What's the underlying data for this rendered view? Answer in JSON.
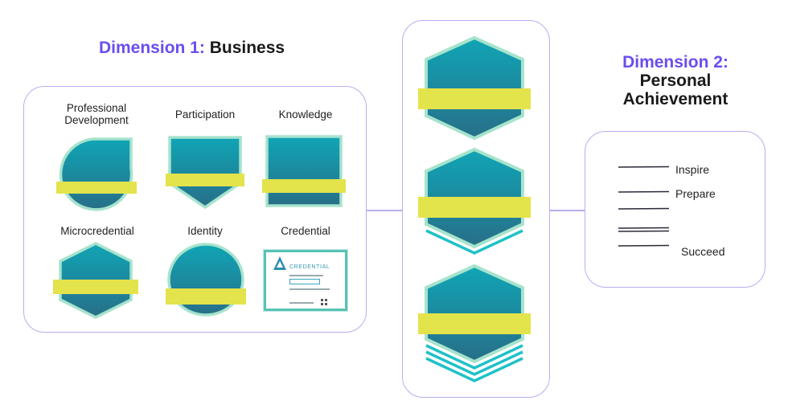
{
  "dimension1": {
    "prefix": "Dimension 1:",
    "title": "Business",
    "badges": [
      {
        "label_line1": "Professional",
        "label_line2": "Development",
        "shape": "teardrop"
      },
      {
        "label_line1": "",
        "label_line2": "Participation",
        "shape": "pennant"
      },
      {
        "label_line1": "",
        "label_line2": "Knowledge",
        "shape": "square"
      },
      {
        "label_line1": "",
        "label_line2": "Microcredential",
        "shape": "hexagon"
      },
      {
        "label_line1": "",
        "label_line2": "Identity",
        "shape": "circle"
      },
      {
        "label_line1": "",
        "label_line2": "Credential",
        "shape": "certificate"
      }
    ],
    "credential_card_title": "CREDENTIAL"
  },
  "dimension2": {
    "prefix": "Dimension 2:",
    "title_line1": "Personal",
    "title_line2": "Achievement",
    "levels": [
      "Inspire",
      "Prepare",
      "Succeed"
    ]
  },
  "colors": {
    "accent": "#6b4df0",
    "panel_border": "#b7aef0",
    "badge_teal_top": "#10a5b6",
    "badge_teal_bottom": "#276f88",
    "badge_border": "#a6e3cc",
    "ribbon": "#e3e34c",
    "stripe": "#1fc1c8"
  },
  "icons": [
    "teardrop-badge-icon",
    "pennant-badge-icon",
    "square-badge-icon",
    "hexagon-badge-icon",
    "circle-badge-icon",
    "credential-certificate-icon",
    "hexagon-level-badge-icon"
  ]
}
